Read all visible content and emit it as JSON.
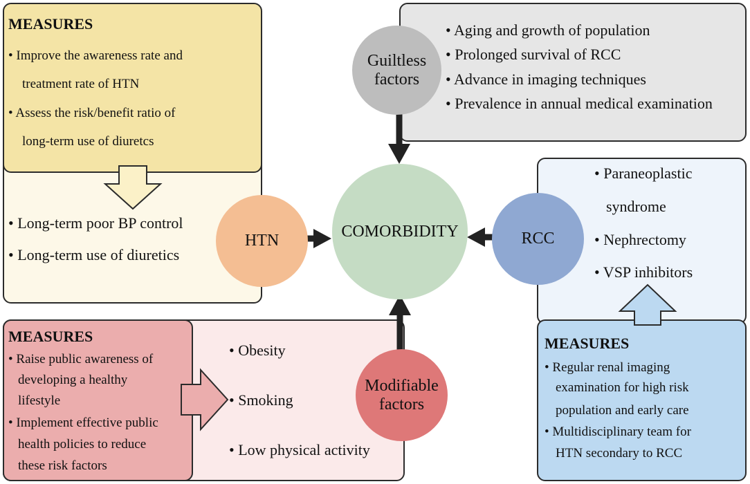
{
  "center": {
    "label": "COMORBIDITY"
  },
  "guiltless": {
    "label_line1": "Guiltless",
    "label_line2": "factors",
    "items": [
      "• Aging and growth of population",
      "• Prolonged survival of RCC",
      "• Advance in imaging techniques",
      "• Prevalence in annual medical examination"
    ]
  },
  "htn": {
    "label": "HTN",
    "measures_title": "MEASURES",
    "measures_lines": [
      "• Improve the awareness rate and",
      "treatment rate of HTN",
      "• Assess the risk/benefit ratio of",
      "long-term use of diuretcs"
    ],
    "factors": [
      "• Long-term poor BP control",
      "• Long-term use of diuretics"
    ]
  },
  "rcc": {
    "label": "RCC",
    "factors_lines": [
      "• Paraneoplastic",
      "syndrome",
      "• Nephrectomy",
      "• VSP inhibitors"
    ],
    "measures_title": "MEASURES",
    "measures_lines": [
      "• Regular renal imaging",
      "examination for high risk",
      "population and early care",
      "• Multidisciplinary team for",
      "HTN secondary to RCC"
    ]
  },
  "modifiable": {
    "label_line1": "Modifiable",
    "label_line2": "factors",
    "measures_title": "MEASURES",
    "measures_lines": [
      "• Raise public awareness of",
      "developing a healthy",
      "lifestyle",
      "• Implement effective public",
      "health policies to reduce",
      "these risk factors"
    ],
    "factors": [
      "• Obesity",
      "• Smoking",
      "• Low physical activity"
    ]
  },
  "colors": {
    "guiltless_box": "#e6e6e6",
    "guiltless_circle": "#bdbdbd",
    "center_circle": "#c5dcc4",
    "htn_measures": "#f4e4a6",
    "htn_factors": "#fdf8e8",
    "htn_circle": "#f4be93",
    "rcc_factors": "#eef4fb",
    "rcc_measures": "#bcd9f1",
    "rcc_circle": "#8fa8d2",
    "mod_factors": "#fbeaea",
    "mod_measures": "#ebadad",
    "mod_circle": "#de7878",
    "arrow": "#222222"
  }
}
